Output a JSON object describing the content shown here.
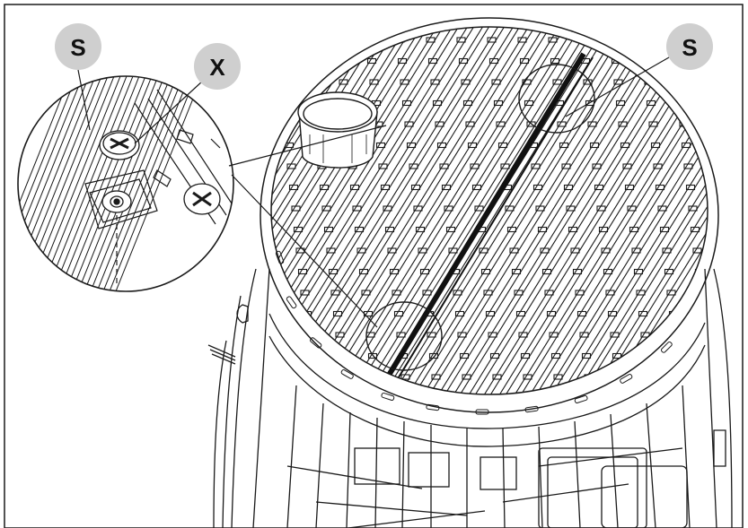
{
  "figure": {
    "callouts": [
      {
        "id": "s-detail",
        "label": "S"
      },
      {
        "id": "x-detail",
        "label": "X"
      },
      {
        "id": "s-main",
        "label": "S"
      }
    ],
    "colors": {
      "line": "#1a1a1a",
      "badge_fill": "#cfcfcf",
      "background": "#ffffff",
      "highlight_bar": "#111111"
    }
  }
}
